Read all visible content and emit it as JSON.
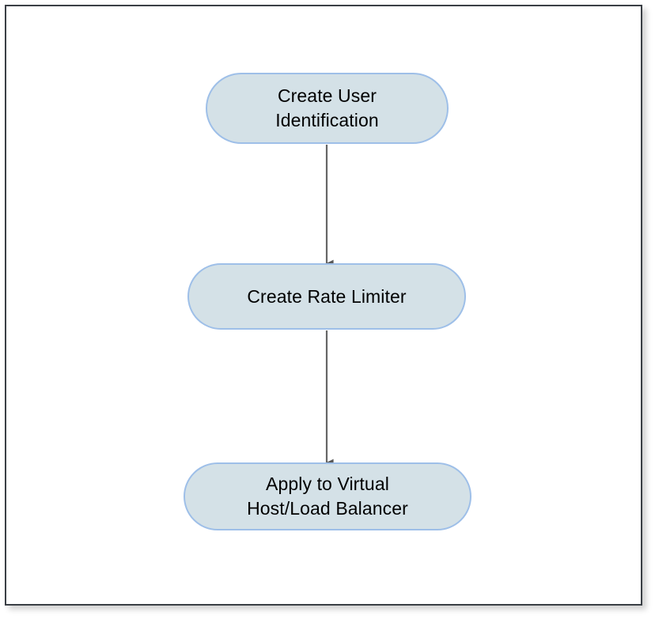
{
  "diagram": {
    "type": "flowchart",
    "orientation": "vertical-top-down",
    "canvas": {
      "background_color": "#ffffff",
      "border_color": "#3a3f45"
    },
    "node_style": {
      "shape": "stadium",
      "fill_color": "#d4e1e7",
      "border_color": "#9ebfe8"
    },
    "connector_style": {
      "line_color": "#666666",
      "arrowhead_color": "#595959",
      "arrowhead_shape": "filled-triangle"
    },
    "nodes": [
      {
        "id": "create-user-identification",
        "label": "Create User\nIdentification",
        "line1": "Create User",
        "line2": "Identification"
      },
      {
        "id": "create-rate-limiter",
        "label": "Create Rate Limiter",
        "line1": "Create Rate Limiter",
        "line2": ""
      },
      {
        "id": "apply-to-virtual-host-load-balancer",
        "label": "Apply to Virtual\nHost/Load Balancer",
        "line1": "Apply to Virtual",
        "line2": "Host/Load Balancer"
      }
    ],
    "edges": [
      {
        "id": "edge-1",
        "from": "create-user-identification",
        "to": "create-rate-limiter",
        "label": ""
      },
      {
        "id": "edge-2",
        "from": "create-rate-limiter",
        "to": "apply-to-virtual-host-load-balancer",
        "label": ""
      }
    ]
  }
}
